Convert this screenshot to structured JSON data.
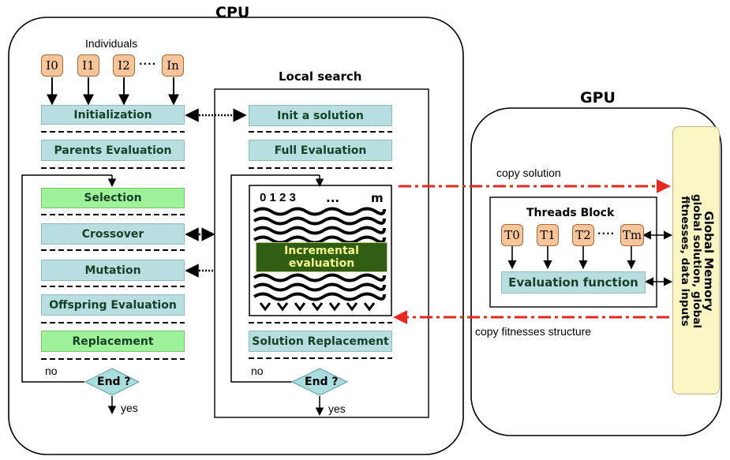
{
  "cpu": {
    "title": "CPU",
    "individuals_label": "Individuals",
    "individuals": [
      "I0",
      "I1",
      "I2",
      "In"
    ],
    "dots": "····",
    "steps": {
      "initialization": "Initialization",
      "parents_evaluation": "Parents Evaluation",
      "selection": "Selection",
      "crossover": "Crossover",
      "mutation": "Mutation",
      "offspring_evaluation": "Offspring Evaluation",
      "replacement": "Replacement"
    },
    "end_label": "End ?",
    "no_label": "no",
    "yes_label": "yes"
  },
  "local_search": {
    "title": "Local search",
    "init_solution": "Init a solution",
    "full_evaluation": "Full Evaluation",
    "indices": "0 1 2 3",
    "ellipsis": "...",
    "m_label": "m",
    "incremental_evaluation": [
      "Incremental",
      "evaluation"
    ],
    "solution_replacement": "Solution Replacement",
    "end_label": "End ?",
    "no_label": "no",
    "yes_label": "yes"
  },
  "gpu": {
    "title": "GPU",
    "threads_block": "Threads Block",
    "threads": [
      "T0",
      "T1",
      "T2",
      "Tm"
    ],
    "dots": "····",
    "evaluation_function": "Evaluation function",
    "global_memory": [
      "Global Memory",
      "global solution, global",
      "fitnesses, data inputs"
    ]
  },
  "transfers": {
    "copy_solution": "copy solution",
    "copy_fitnesses": "copy fitnesses structure"
  },
  "colors": {
    "teal_box": "#b8dfe0",
    "green_box": "#9ff29a",
    "individual": "#f8c49a",
    "global_memory": "#fbf7c4",
    "incremental_box": "#2f5e12",
    "incremental_text": "#f7f78a",
    "decision": "#a9ddde",
    "copy_arrow": "#e8271e"
  }
}
